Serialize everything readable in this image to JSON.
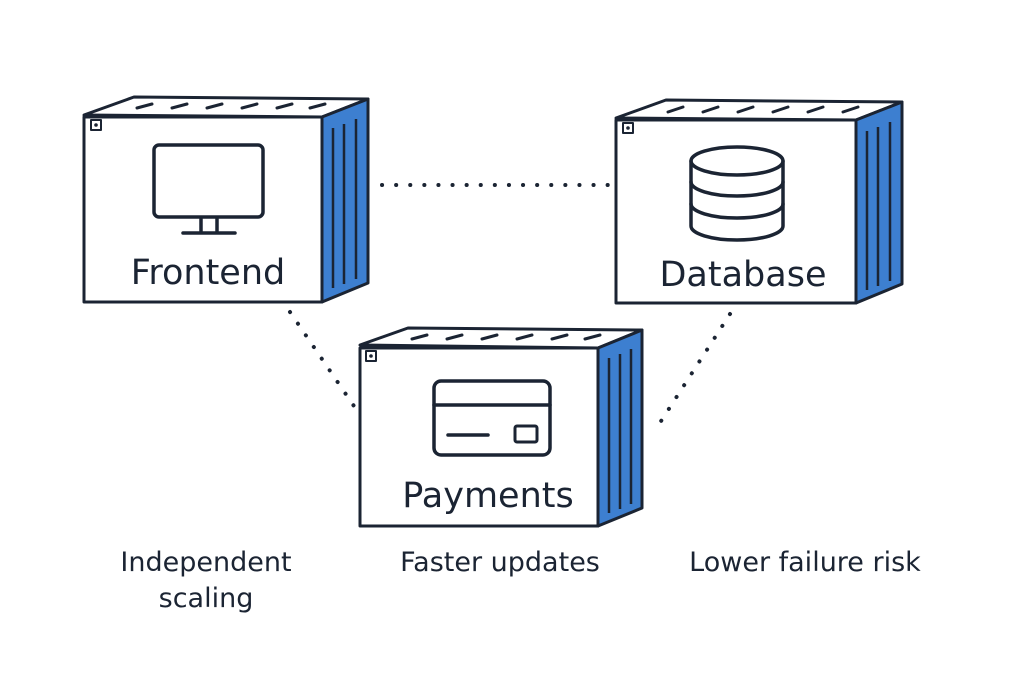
{
  "colors": {
    "stroke": "#1b2433",
    "accent_side": "#3d7fd0",
    "background": "#ffffff"
  },
  "services": {
    "frontend": {
      "label": "Frontend",
      "icon": "monitor-icon"
    },
    "database": {
      "label": "Database",
      "icon": "database-icon"
    },
    "payments": {
      "label": "Payments",
      "icon": "credit-card-icon"
    }
  },
  "connections": [
    {
      "from": "Frontend",
      "to": "Database",
      "style": "dotted"
    },
    {
      "from": "Frontend",
      "to": "Payments",
      "style": "dotted"
    },
    {
      "from": "Database",
      "to": "Payments",
      "style": "dotted"
    }
  ],
  "benefits": [
    "Independent scaling",
    "Faster updates",
    "Lower failure risk"
  ]
}
